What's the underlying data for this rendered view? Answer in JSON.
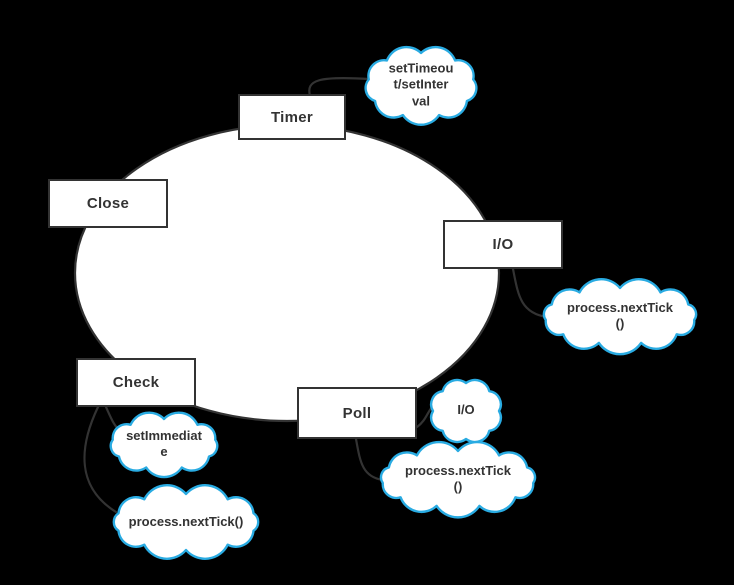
{
  "diagram": {
    "title": "event-loop-phases",
    "nodes": [
      {
        "id": "timer",
        "label": "Timer"
      },
      {
        "id": "close",
        "label": "Close"
      },
      {
        "id": "io",
        "label": "I/O"
      },
      {
        "id": "check",
        "label": "Check"
      },
      {
        "id": "poll",
        "label": "Poll"
      }
    ],
    "clouds": [
      {
        "id": "settimeout",
        "label": "setTimeou\nt/setInter\nval"
      },
      {
        "id": "io-nexttick",
        "label": "process.nextTick\n()"
      },
      {
        "id": "poll-io",
        "label": "I/O"
      },
      {
        "id": "poll-nexttick",
        "label": "process.nextTick\n()"
      },
      {
        "id": "setimmediate",
        "label": "setImmediat\ne"
      },
      {
        "id": "check-nexttick",
        "label": "process.nextTick()"
      }
    ],
    "colors": {
      "background": "#000000",
      "shape_fill": "#ffffff",
      "node_stroke": "#333333",
      "cloud_stroke": "#29abe2",
      "text": "#333333"
    }
  }
}
